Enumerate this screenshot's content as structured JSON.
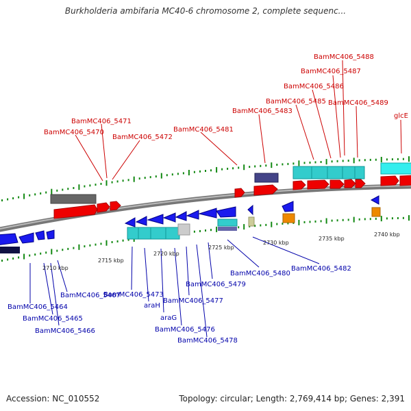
{
  "title": "Burkholderia ambifaria MC40-6 chromosome 2, complete sequenc...",
  "footer": {
    "accession": "Accession: NC_010552",
    "summary": "Topology: circular; Length: 2,769,414 bp; Genes: 2,391"
  },
  "colors": {
    "forward_label": "#cc0000",
    "reverse_label": "#0000aa",
    "forward_gene": "#ee0000",
    "reverse_gene": "#1a1aee",
    "rna": "#33cccc",
    "pseudo": "#666666",
    "misc_orange": "#ee8800",
    "misc_navy": "#444488",
    "misc_olive": "#cccc99",
    "tick": "#118811",
    "backbone": "#888888"
  },
  "scale_labels": [
    "2710 kbp",
    "2715 kbp",
    "2720 kbp",
    "2725 kbp",
    "2730 kbp",
    "2735 kbp",
    "2740 kbp"
  ],
  "forward_labels": [
    "BamMC406_5488",
    "BamMC406_5487",
    "BamMC406_5486",
    "BamMC406_5485",
    "BamMC406_5489",
    "BamMC406_5483",
    "glcE",
    "BamMC406_5471",
    "BamMC406_5481",
    "BamMC406_5470",
    "BamMC406_5472"
  ],
  "reverse_labels": [
    "BamMC406_5467",
    "BamMC406_5464",
    "BamMC406_5465",
    "BamMC406_5466",
    "BamMC406_5473",
    "araH",
    "araG",
    "BamMC406_5476",
    "BamMC406_5478",
    "BamMC406_5477",
    "BamMC406_5479",
    "BamMC406_5480",
    "BamMC406_5482"
  ]
}
